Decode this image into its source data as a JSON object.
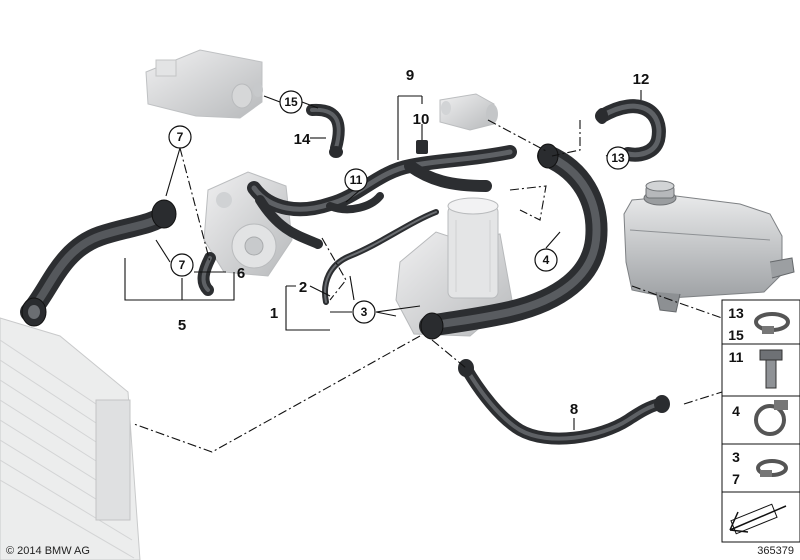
{
  "callouts": {
    "c1": "1",
    "c2": "2",
    "c3": "3",
    "c4": "4",
    "c5": "5",
    "c6": "6",
    "c7a": "7",
    "c7b": "7",
    "c8": "8",
    "c9": "9",
    "c10": "10",
    "c11": "11",
    "c12": "12",
    "c13": "13",
    "c14": "14",
    "c15": "15"
  },
  "legend": {
    "row1_a": "13",
    "row1_b": "15",
    "row2": "11",
    "row3": "4",
    "row4_a": "3",
    "row4_b": "7"
  },
  "footer": {
    "copyright": "© 2014 BMW AG",
    "diagram_number": "365379"
  },
  "colors": {
    "hose_dark": "#3b3d40",
    "hose_mid": "#5a5d61",
    "hose_light": "#8a8d91",
    "part_light": "#d9dadb",
    "part_shadow": "#b4b6b8",
    "radiator": "#e6e7e8"
  }
}
